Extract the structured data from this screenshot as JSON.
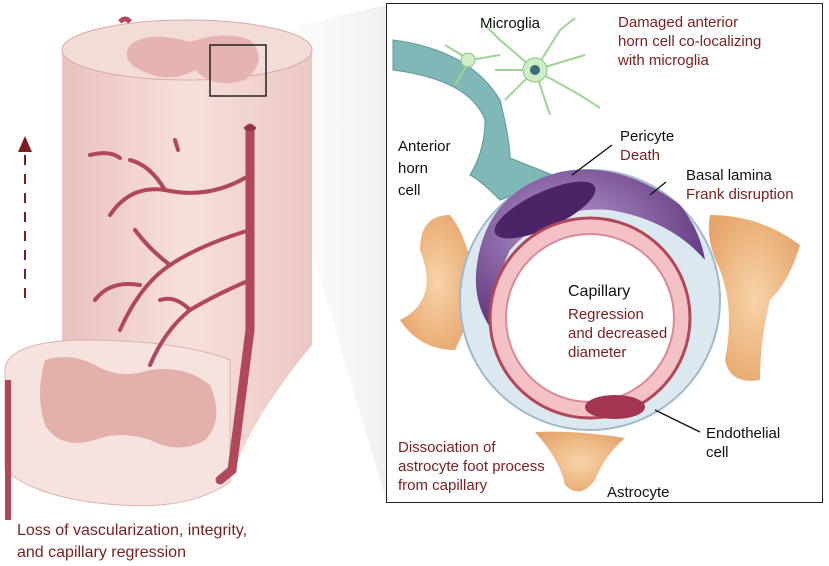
{
  "labels": {
    "microglia": "Microglia",
    "damaged": [
      "Damaged anterior",
      "horn cell co-localizing",
      "with microglia"
    ],
    "anterior_horn_cell": [
      "Anterior",
      "horn",
      "cell"
    ],
    "pericyte": "Pericyte",
    "pericyte_state": "Death",
    "basal_lamina": "Basal lamina",
    "basal_lamina_state": "Frank disruption",
    "capillary": "Capillary",
    "capillary_state": [
      "Regression",
      "and decreased",
      "diameter"
    ],
    "endothelial_cell": [
      "Endothelial",
      "cell"
    ],
    "astrocyte": "Astrocyte",
    "dissociation": [
      "Dissociation of",
      "astrocyte foot process",
      "from capillary"
    ],
    "caption": [
      "Loss of vascularization, integrity,",
      "and capillary regression"
    ]
  },
  "colors": {
    "label_dark": "#111111",
    "label_red": "#7a1f1f",
    "cord": "#f4d7d4",
    "vessel": "#b0485a",
    "pericyte": "#6a3f86",
    "endothelium": "#f1b9bd",
    "astrocyte": "#f0b982",
    "neuron": "#7fb8b6",
    "microglia": "#b9e4b0"
  }
}
